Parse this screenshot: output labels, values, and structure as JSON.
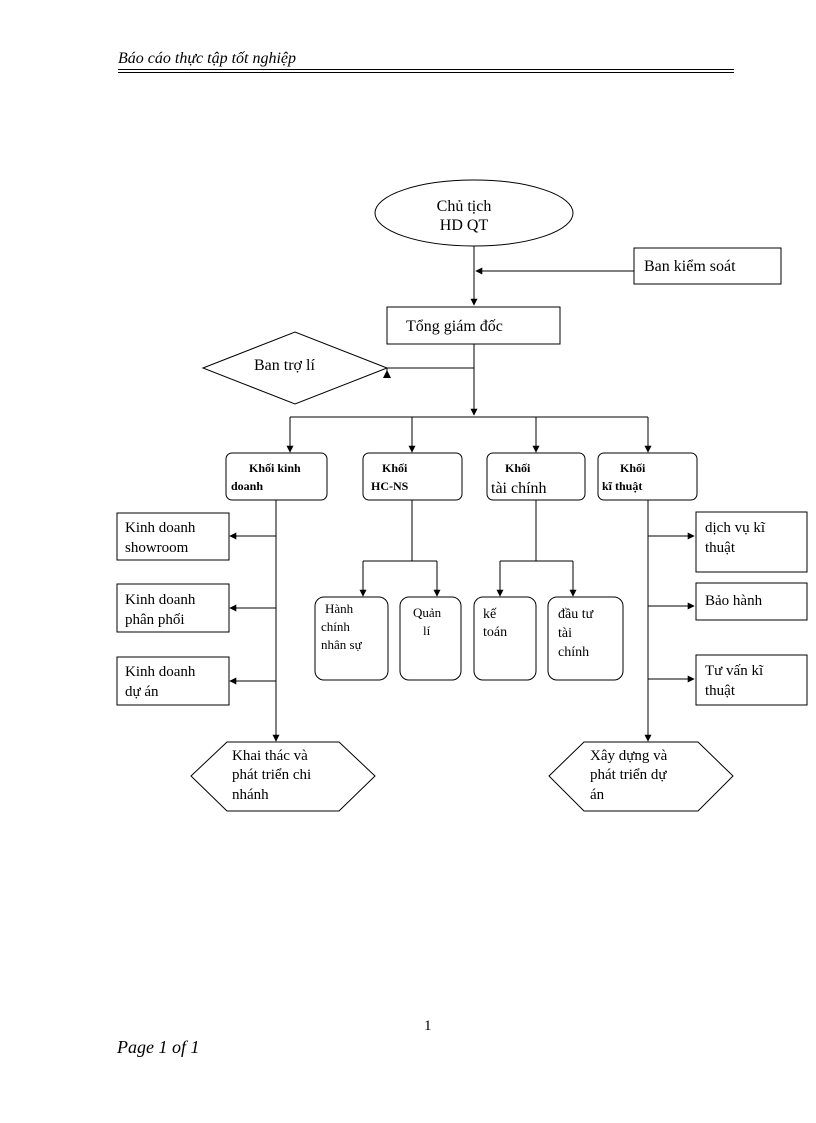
{
  "header": {
    "title": "Báo cáo thực tập tốt nghiệp"
  },
  "footer": {
    "page_number": "1",
    "page_info": "Page 1 of 1"
  },
  "diagram": {
    "chairman": [
      "Chủ tịch",
      "HD QT"
    ],
    "supervisory_board": "Ban kiểm soát",
    "ceo": "Tổng giám đốc",
    "assistant_board": "Ban trợ lí",
    "blocks": {
      "business": [
        "Khối kinh",
        "doanh"
      ],
      "hr": [
        "Khối",
        "HC-NS"
      ],
      "finance": [
        "Khối",
        "tài chính"
      ],
      "technical": [
        "Khối",
        "kĩ thuật"
      ]
    },
    "business_units": [
      [
        "Kinh doanh",
        "showroom"
      ],
      [
        "Kinh doanh",
        "phân phối"
      ],
      [
        "Kinh doanh",
        "dự án"
      ]
    ],
    "business_outcome": [
      "Khai thác và",
      "phát triển chi",
      "nhánh"
    ],
    "hr_units": [
      [
        "Hành",
        "chính",
        "nhân sự"
      ],
      [
        "Quản",
        "lí"
      ]
    ],
    "finance_units": [
      [
        "kế",
        "toán"
      ],
      [
        "đầu tư",
        "tài",
        "chính"
      ]
    ],
    "technical_units": [
      [
        "dịch vụ kĩ",
        "thuật"
      ],
      [
        "Bảo hành"
      ],
      [
        "Tư vấn kĩ",
        "thuật"
      ]
    ],
    "technical_outcome": [
      "Xây dựng và",
      "phát triển dự",
      "án"
    ]
  }
}
